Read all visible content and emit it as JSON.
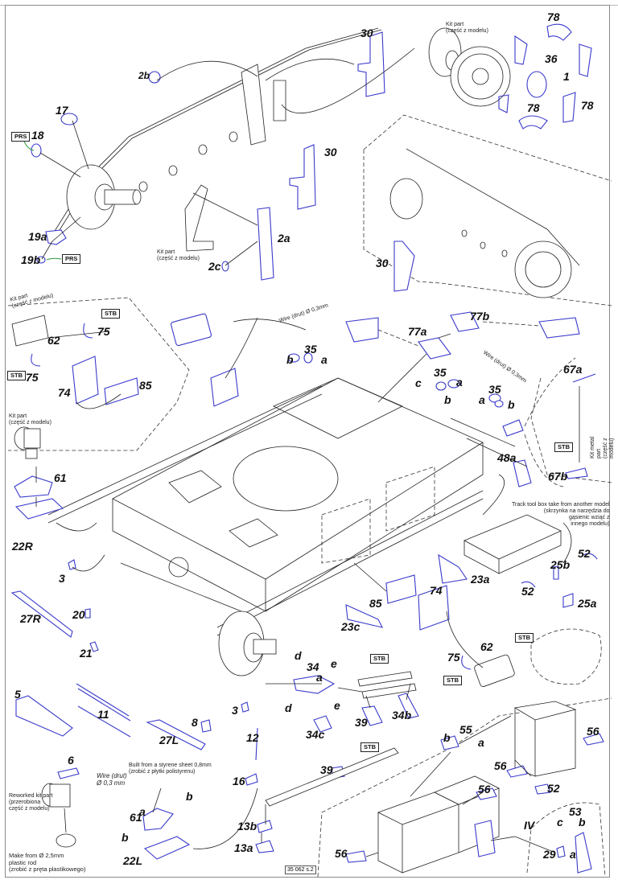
{
  "page": {
    "page_number": "35 062 s.2",
    "colors": {
      "part_outline": "#3a3acc",
      "kit_part_outline": "#222222",
      "arrow_green": "#2a9a3a",
      "frame": "#8a8a8a"
    }
  },
  "notes": {
    "kit_part_top": "Kit part\n(część z modelu)",
    "kit_part_suspension": "Kit part\n(część z modelu)",
    "kit_part_mantlet": "Kit part\n(część z modelu)",
    "kit_part_light": "Kit part\n(część z modelu)",
    "kit_metal_part": "Kit metal part\n(część z modelu)",
    "wire_top": "Wire (drut) Ø 0,3mm",
    "wire_77b": "Wire (drut) Ø 0,3mm",
    "wire_6": "Wire (drut)\nØ 0,3 mm",
    "track_tool_box": "Track tool box take from another model\n(skrzynka na narzędzia do\ngąsienic wziąć z\ninnego modelu)",
    "reworked_kit_part": "Reworked kit part\n(przerobiona\nczęść z modelu)",
    "styrene_sheet": "Built from a styrene sheet 0,8mm\n(zrobić z płytki polistyrenu)",
    "plastic_rod": "Make from Ø 2,5mm\nplastic rod\n(zrobić z pręta plastikowego)"
  },
  "tags": {
    "prs": "PRS",
    "stb": "STB"
  },
  "labels": {
    "p30_top": "30",
    "p78_a": "78",
    "p36": "36",
    "p1": "1",
    "p78_b": "78",
    "p78_c": "78",
    "p2b": "2b",
    "p17": "17",
    "p18": "18",
    "p30_mid": "30",
    "p19a": "19a",
    "p19b": "19b",
    "p2a": "2a",
    "p2c": "2c",
    "p30_inset": "30",
    "p62_top": "62",
    "p75_a": "75",
    "p75_b": "75",
    "p74_top": "74",
    "p85_top": "85",
    "p35_a": "35",
    "p35_a_b": "b",
    "p35_a_a": "a",
    "p77a": "77a",
    "p77b": "77b",
    "p35_b": "35",
    "p35_b_c": "c",
    "p35_b_a": "a",
    "p35_b_b": "b",
    "p35_c": "35",
    "p35_c_a": "a",
    "p35_c_b": "b",
    "p67a": "67a",
    "p67b": "67b",
    "p48a": "48a",
    "p61_top": "61",
    "p22R": "22R",
    "p3_a": "3",
    "p27R": "27R",
    "p20": "20",
    "p21": "21",
    "p23a": "23a",
    "p25b": "25b",
    "p52_a": "52",
    "p52_b": "52",
    "p25a": "25a",
    "p85_mid": "85",
    "p74_mid": "74",
    "p23c": "23c",
    "p75_c": "75",
    "p62_mid": "62",
    "p34": "34",
    "p34_d1": "d",
    "p34_e1": "e",
    "p34_a": "a",
    "p34_d2": "d",
    "p34_e2": "e",
    "p34c": "34c",
    "p39_a": "39",
    "p34b": "34b",
    "p5": "5",
    "p11": "11",
    "p27L": "27L",
    "p8": "8",
    "p3_b": "3",
    "p12": "12",
    "p16": "16",
    "p6": "6",
    "p61_bot": "61",
    "p61_a": "a",
    "p61_b1": "b",
    "p61_b2": "b",
    "p22L": "22L",
    "p39_b": "39",
    "p13b": "13b",
    "p13a": "13a",
    "p55": "55",
    "p55_b": "b",
    "p55_a": "a",
    "p56_a": "56",
    "p56_b": "56",
    "p56_c": "56",
    "p56_d": "56",
    "p52_c": "52",
    "p53": "53",
    "p53_c": "c",
    "p53_b": "b",
    "p53_a": "a",
    "p29": "29",
    "pIV": "IV"
  }
}
